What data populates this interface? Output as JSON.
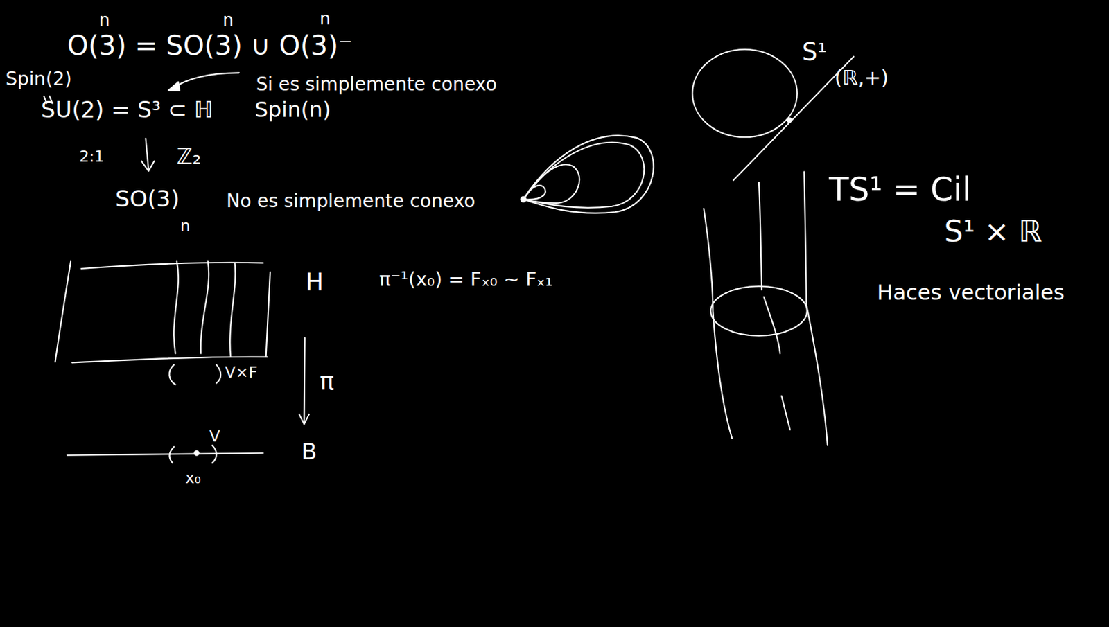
{
  "diagram": {
    "labels": [
      "n",
      "n",
      "n",
      "O(3) = SO(3) ∪ O(3)⁻",
      "Spin(2)",
      "Si es simplemente conexo",
      "SU(2) = S³ ⊂ ℍ",
      "Spin(n)",
      "2:1",
      "ℤ₂",
      "SO(3)",
      "No es simplemente conexo",
      "n",
      "H",
      "π⁻¹(x₀) = Fₓ₀ ~ Fₓ₁",
      "V×F",
      "π",
      "V",
      "B",
      "x₀",
      "S¹",
      "(ℝ,+)",
      "TS¹ = Cil",
      "S¹ × ℝ",
      "Haces vectoriales"
    ]
  }
}
